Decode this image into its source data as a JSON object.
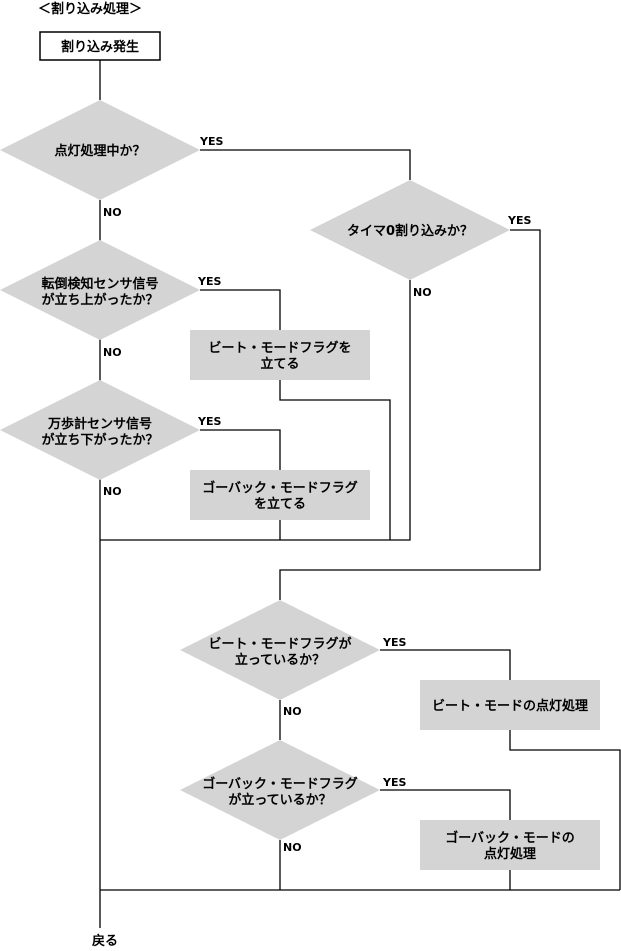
{
  "title": "＜割り込み処理＞",
  "start": "割り込み発生",
  "decisions": {
    "lighting": "点灯処理中か？",
    "fall": [
      "転倒検知センサ信号",
      "が立ち上がったか？"
    ],
    "pedometer": [
      "万歩計センサ信号",
      "が立ち下がったか？"
    ],
    "timer": "タイマ0割り込みか？",
    "beat_flag": [
      "ビート・モードフラグが",
      "立っているか？"
    ],
    "goback_flag": [
      "ゴーバック・モードフラグ",
      "が立っているか？"
    ]
  },
  "processes": {
    "set_beat": [
      "ビート・モードフラグを",
      "立てる"
    ],
    "set_goback": [
      "ゴーバック・モードフラグ",
      "を立てる"
    ],
    "beat_light": [
      "ビート・モードの点灯処理"
    ],
    "goback_light": [
      "ゴーバック・モードの",
      "点灯処理"
    ]
  },
  "labels": {
    "yes": "YES",
    "no": "NO"
  },
  "end": "戻る",
  "colors": {
    "shape_fill": "#d4d4d4",
    "line": "#000000",
    "background": "#ffffff"
  }
}
